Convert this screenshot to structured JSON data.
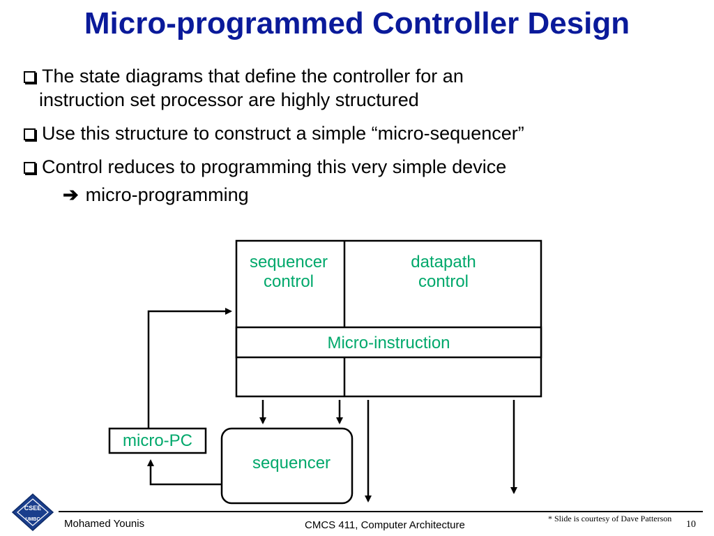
{
  "title": "Micro-programmed Controller Design",
  "bullets": [
    {
      "line1": "The state diagrams that define the controller for an",
      "line2": "instruction set processor are highly structured"
    },
    {
      "line1": "Use this structure to construct a simple “micro-sequencer”"
    },
    {
      "line1": "Control reduces to programming this very simple device"
    }
  ],
  "subline": {
    "arrow": "➔",
    "text": "micro-programming"
  },
  "diagram": {
    "sequencer_control": "sequencer\ncontrol",
    "datapath_control": "datapath\ncontrol",
    "micro_instruction": "Micro-instruction",
    "micro_pc": "micro-PC",
    "sequencer": "sequencer",
    "label_color": "#00a86b"
  },
  "footer": {
    "author": "Mohamed Younis",
    "course": "CMCS 411, Computer Architecture",
    "note": "* Slide is courtesy of Dave Patterson",
    "page": "10",
    "logo_lines": [
      "CSEE",
      "UMBC"
    ]
  }
}
